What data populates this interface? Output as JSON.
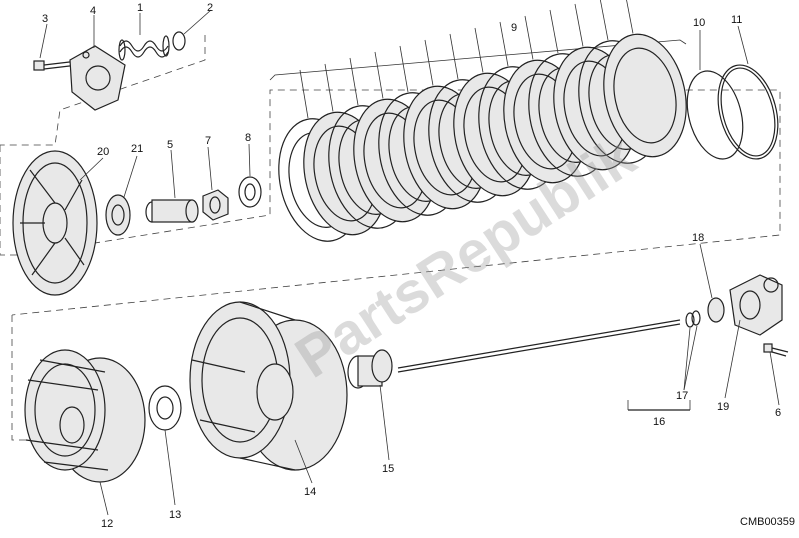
{
  "diagram": {
    "watermark": "PartsRepublik",
    "drawing_code": "CMB00359",
    "callouts": [
      "1",
      "2",
      "3",
      "4",
      "5",
      "6",
      "7",
      "8",
      "9",
      "10",
      "11",
      "12",
      "13",
      "14",
      "15",
      "16",
      "17",
      "17",
      "18",
      "19",
      "20",
      "21"
    ]
  }
}
